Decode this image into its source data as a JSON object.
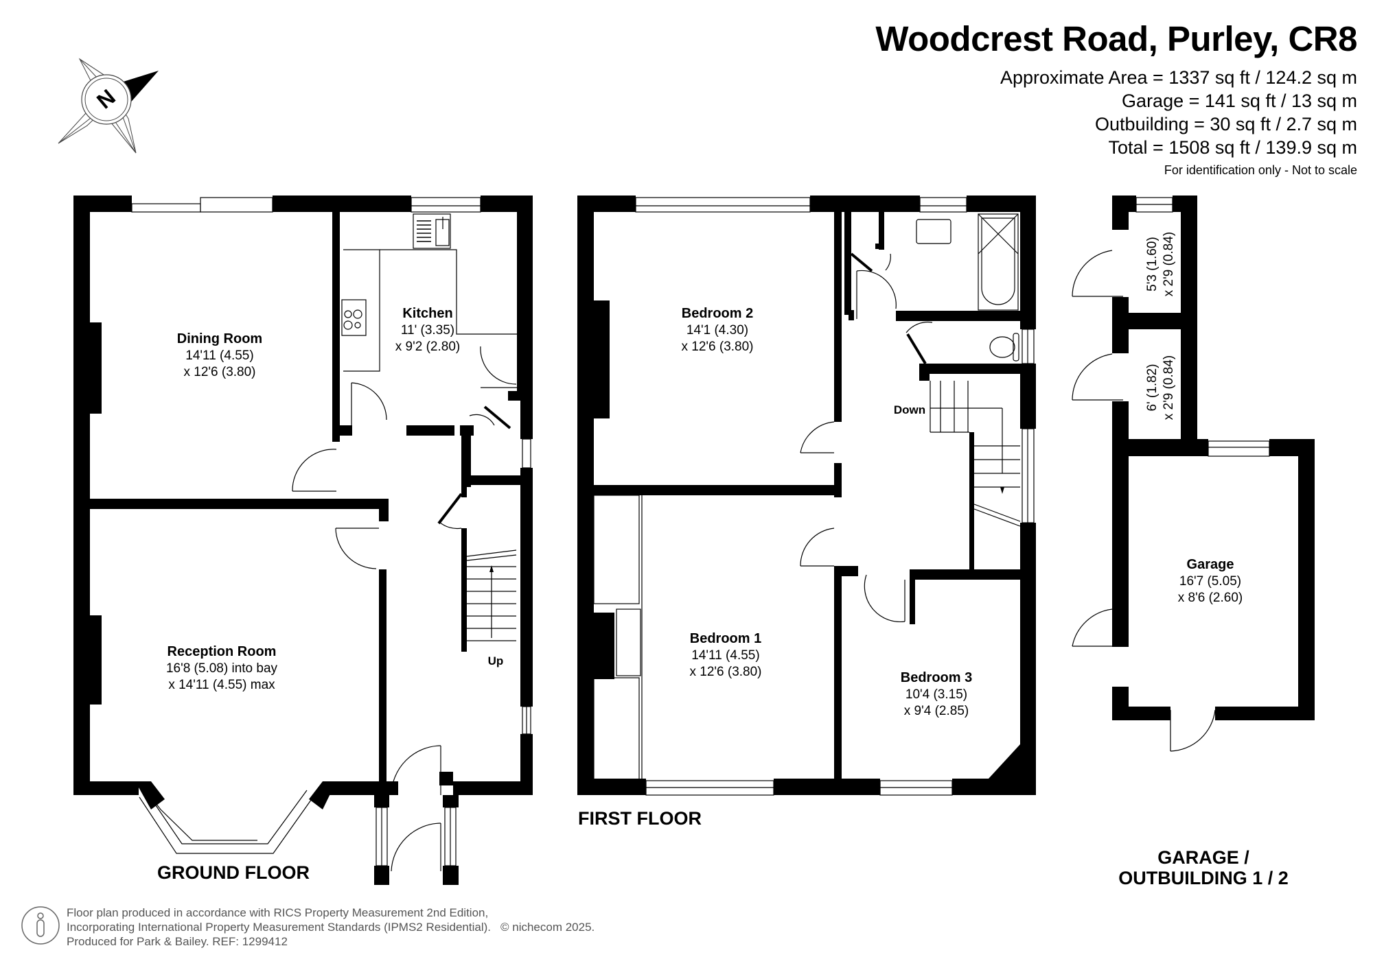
{
  "header": {
    "title": "Woodcrest Road, Purley, CR8",
    "areas": [
      "Approximate Area = 1337 sq ft / 124.2 sq m",
      "Garage  = 141 sq ft / 13 sq m",
      "Outbuilding = 30 sq ft / 2.7 sq m",
      "Total = 1508 sq ft / 139.9 sq m"
    ],
    "disclaimer": "For identification only - Not to scale"
  },
  "compass": {
    "icon": "compass-north-icon",
    "letter": "N"
  },
  "ground_floor": {
    "label": "GROUND FLOOR",
    "rooms": [
      {
        "name": "Dining Room",
        "dim1": "14'11 (4.55)",
        "dim2": "x 12'6 (3.80)"
      },
      {
        "name": "Kitchen",
        "dim1": "11' (3.35)",
        "dim2": "x 9'2 (2.80)"
      },
      {
        "name": "Reception Room",
        "dim1": "16'8 (5.08) into bay",
        "dim2": "x 14'11 (4.55) max"
      }
    ],
    "stairs_label": "Up"
  },
  "first_floor": {
    "label": "FIRST FLOOR",
    "rooms": [
      {
        "name": "Bedroom 2",
        "dim1": "14'1 (4.30)",
        "dim2": "x 12'6 (3.80)"
      },
      {
        "name": "Bedroom 1",
        "dim1": "14'11 (4.55)",
        "dim2": "x 12'6 (3.80)"
      },
      {
        "name": "Bedroom 3",
        "dim1": "10'4 (3.15)",
        "dim2": "x 9'4 (2.85)"
      }
    ],
    "stairs_label": "Down"
  },
  "garage_outbuilding": {
    "label_line1": "GARAGE /",
    "label_line2": "OUTBUILDING 1 / 2",
    "outbuilding_1": {
      "dim1": "5'3 (1.60)",
      "dim2": "x 2'9 (0.84)"
    },
    "outbuilding_2": {
      "dim1": "6' (1.82)",
      "dim2": "x 2'9 (0.84)"
    },
    "garage": {
      "name": "Garage",
      "dim1": "16'7 (5.05)",
      "dim2": "x 8'6 (2.60)"
    }
  },
  "footer": {
    "icon": "person-info-icon",
    "line1": "Floor plan produced in accordance with RICS Property Measurement 2nd Edition,",
    "line2": "Incorporating International Property Measurement Standards (IPMS2 Residential).",
    "copyright": "© nichecom 2025.",
    "line3": "Produced for Park & Bailey.   REF:  1299412"
  },
  "colors": {
    "wall": "#000000",
    "background": "#ffffff",
    "footer_text": "#555555"
  }
}
